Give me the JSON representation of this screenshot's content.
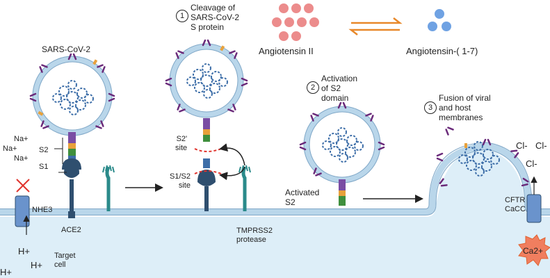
{
  "labels": {
    "virus": "SARS-CoV-2",
    "step1": "Cleavage of\nSARS-CoV-2\nS protein",
    "step2": "Activation\nof S2\ndomain",
    "step3": "Fusion of viral\nand host\nmembranes",
    "ang2": "Angiotensin II",
    "ang17": "Angiotensin-( 1-7)",
    "s2": "S2",
    "s1": "S1",
    "s2_site": "S2'\nsite",
    "s1s2_site": "S1/S2\nsite",
    "activated_s2": "Activated\nS2",
    "ace2": "ACE2",
    "tmprss2": "TMPRSS2\nprotease",
    "nhe3": "NHE3",
    "target_cell": "Target\ncell",
    "cftr": "CFTR\nCaCC",
    "ca": "Ca2+",
    "na1": "Na+",
    "na2": "Na+",
    "na3": "Na+",
    "hplus1": "H+",
    "hplus2": "H+",
    "hplus3": "H+",
    "cl1": "Cl-",
    "cl2": "Cl-",
    "cl3": "Cl-"
  },
  "steps": [
    "1",
    "2",
    "3"
  ],
  "colors": {
    "cell": "#ddeef8",
    "membrane": "#b9d6ea",
    "membrane_edge": "#7fa7c7",
    "spike": "#6a2a7a",
    "rna": "#3d6ea8",
    "ang2_dot": "#ec8c8c",
    "ang17_dot": "#6fa2e3",
    "arrow": "#e8882a",
    "s2_top": "#7a4da4",
    "s2_mid": "#e8a13b",
    "s1_green": "#3f8f3d",
    "ace2": "#2f4f6f",
    "tmprss2": "#2a8a8a",
    "channel": "#6a93cc",
    "ca_burst": "#f07e5f",
    "cleave": "#e0332d"
  }
}
